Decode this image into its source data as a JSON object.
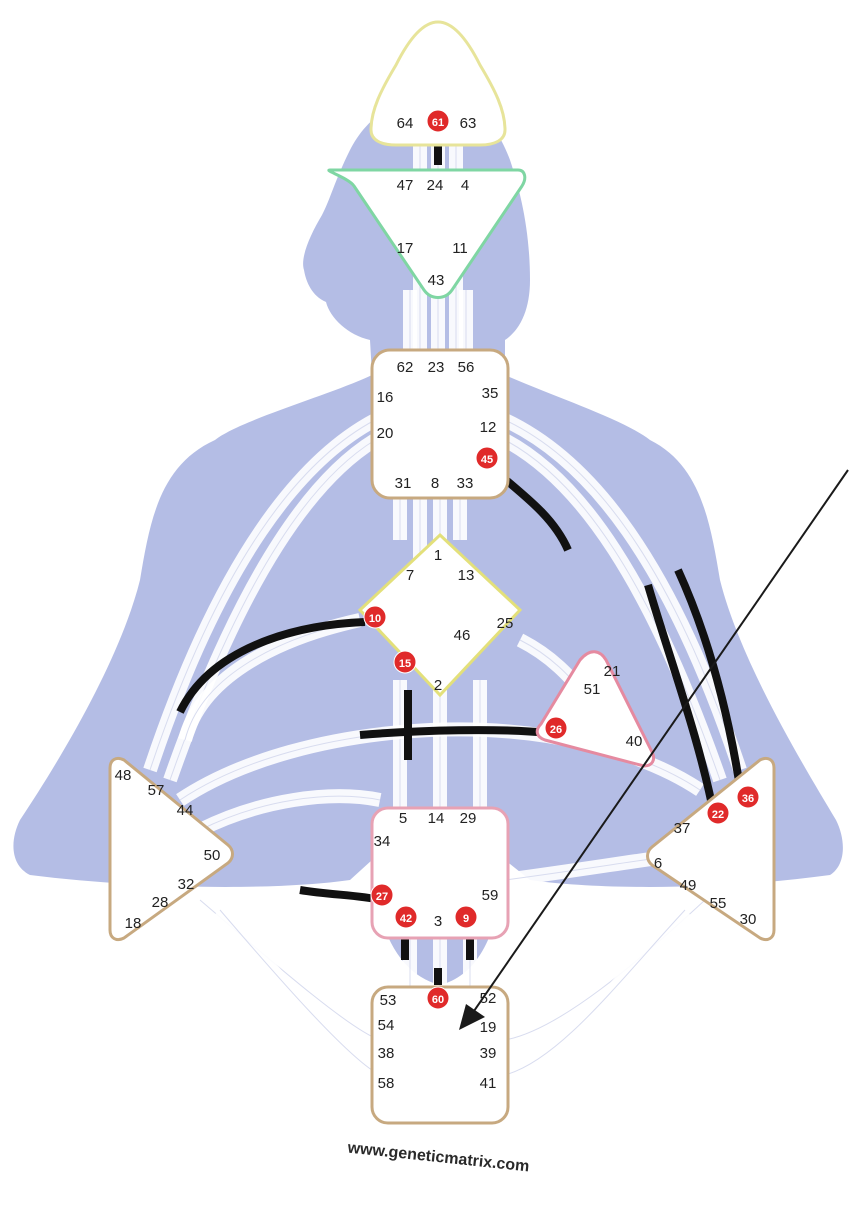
{
  "watermark": "www.geneticmatrix.com",
  "colors": {
    "body": "#b4bde5",
    "channel_lane": "#f4f5fb",
    "activation": "#e02a2a",
    "active_channel": "#111111",
    "center_fill": "#ffffff",
    "head_border": "#e7e49a",
    "ajna_border": "#7fd6a3",
    "throat_border": "#c7a980",
    "g_border": "#e3e07a",
    "heart_border": "#e58aa0",
    "spleen_border": "#c7a980",
    "sacral_border": "#e7a2b4",
    "solar_border": "#c7a980",
    "root_border": "#c7a980",
    "pointer": "#1a1a1a"
  },
  "centers": [
    {
      "id": "head",
      "gates": [
        {
          "n": "64",
          "active": false
        },
        {
          "n": "61",
          "active": true
        },
        {
          "n": "63",
          "active": false
        }
      ]
    },
    {
      "id": "ajna",
      "gates": [
        {
          "n": "47",
          "active": false
        },
        {
          "n": "24",
          "active": false
        },
        {
          "n": "4",
          "active": false
        },
        {
          "n": "17",
          "active": false
        },
        {
          "n": "11",
          "active": false
        },
        {
          "n": "43",
          "active": false
        }
      ]
    },
    {
      "id": "throat",
      "gates": [
        {
          "n": "62",
          "active": false
        },
        {
          "n": "23",
          "active": false
        },
        {
          "n": "56",
          "active": false
        },
        {
          "n": "16",
          "active": false
        },
        {
          "n": "35",
          "active": false
        },
        {
          "n": "20",
          "active": false
        },
        {
          "n": "12",
          "active": false
        },
        {
          "n": "45",
          "active": true
        },
        {
          "n": "31",
          "active": false
        },
        {
          "n": "8",
          "active": false
        },
        {
          "n": "33",
          "active": false
        }
      ]
    },
    {
      "id": "g",
      "gates": [
        {
          "n": "1",
          "active": false
        },
        {
          "n": "7",
          "active": false
        },
        {
          "n": "13",
          "active": false
        },
        {
          "n": "10",
          "active": true
        },
        {
          "n": "25",
          "active": false
        },
        {
          "n": "15",
          "active": true
        },
        {
          "n": "46",
          "active": false
        },
        {
          "n": "2",
          "active": false
        }
      ]
    },
    {
      "id": "heart",
      "gates": [
        {
          "n": "21",
          "active": false
        },
        {
          "n": "51",
          "active": false
        },
        {
          "n": "26",
          "active": true
        },
        {
          "n": "40",
          "active": false
        }
      ]
    },
    {
      "id": "spleen",
      "gates": [
        {
          "n": "48",
          "active": false
        },
        {
          "n": "57",
          "active": false
        },
        {
          "n": "44",
          "active": false
        },
        {
          "n": "50",
          "active": false
        },
        {
          "n": "32",
          "active": false
        },
        {
          "n": "28",
          "active": false
        },
        {
          "n": "18",
          "active": false
        }
      ]
    },
    {
      "id": "sacral",
      "gates": [
        {
          "n": "5",
          "active": false
        },
        {
          "n": "14",
          "active": false
        },
        {
          "n": "29",
          "active": false
        },
        {
          "n": "34",
          "active": false
        },
        {
          "n": "27",
          "active": true
        },
        {
          "n": "59",
          "active": false
        },
        {
          "n": "42",
          "active": true
        },
        {
          "n": "3",
          "active": false
        },
        {
          "n": "9",
          "active": true
        }
      ]
    },
    {
      "id": "solar-plexus",
      "gates": [
        {
          "n": "22",
          "active": true
        },
        {
          "n": "36",
          "active": true
        },
        {
          "n": "37",
          "active": false
        },
        {
          "n": "6",
          "active": false
        },
        {
          "n": "49",
          "active": false
        },
        {
          "n": "55",
          "active": false
        },
        {
          "n": "30",
          "active": false
        }
      ]
    },
    {
      "id": "root",
      "gates": [
        {
          "n": "53",
          "active": false
        },
        {
          "n": "60",
          "active": true
        },
        {
          "n": "52",
          "active": false
        },
        {
          "n": "54",
          "active": false
        },
        {
          "n": "19",
          "active": false
        },
        {
          "n": "38",
          "active": false
        },
        {
          "n": "39",
          "active": false
        },
        {
          "n": "58",
          "active": false
        },
        {
          "n": "41",
          "active": false
        }
      ]
    }
  ]
}
